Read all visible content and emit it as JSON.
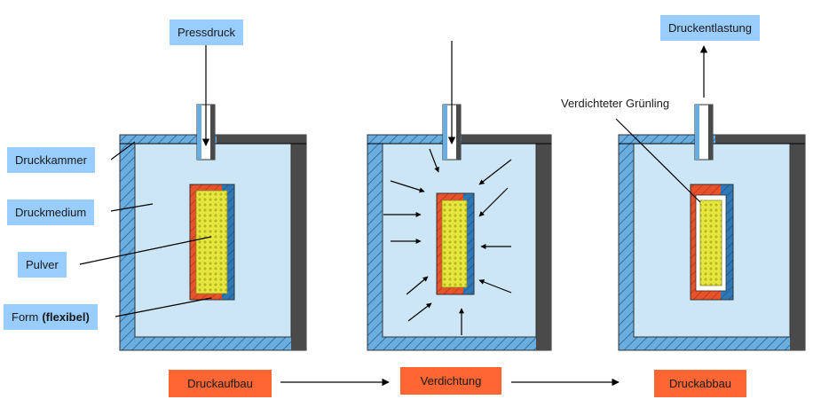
{
  "labels": {
    "pressdruck": "Pressdruck",
    "druckentlastung": "Druckentlastung",
    "druckkammer": "Druckkammer",
    "druckmedium": "Druckmedium",
    "pulver": "Pulver",
    "form": "Form",
    "form_qualifier": "(flexibel)",
    "verdichteter_gruenling": "Verdichteter Grünling"
  },
  "steps": [
    "Druckaufbau",
    "Verdichtung",
    "Druckabbau"
  ],
  "colors": {
    "label_box": "#99ccff",
    "step_box": "#ff6633",
    "medium": "#cce6f5",
    "chamber_hatch": "#5a9fd4",
    "chamber_wall": "#4a4a4a",
    "powder": "#e8e840",
    "mold_red": "#e8522a",
    "mold_blue": "#2f78b8"
  }
}
